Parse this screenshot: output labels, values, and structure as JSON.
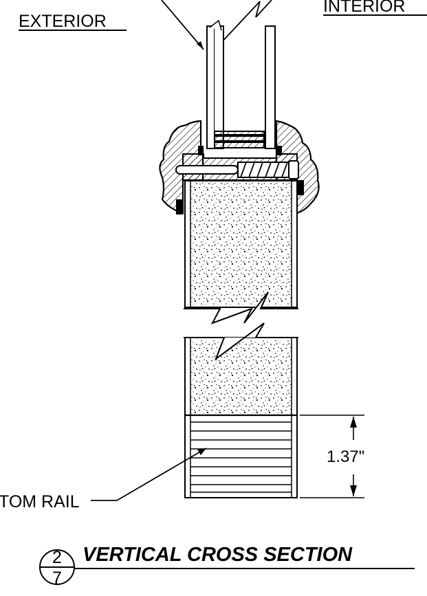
{
  "labels": {
    "exterior": "EXTERIOR",
    "interior": "INTERIOR",
    "bottom_rail": "TOM RAIL",
    "dimension": "1.37\"",
    "title": "VERTICAL CROSS SECTION"
  },
  "detail_bubble": {
    "number": "2",
    "sheet": "7"
  },
  "colors": {
    "ink": "#000000",
    "paper": "#ffffff"
  }
}
